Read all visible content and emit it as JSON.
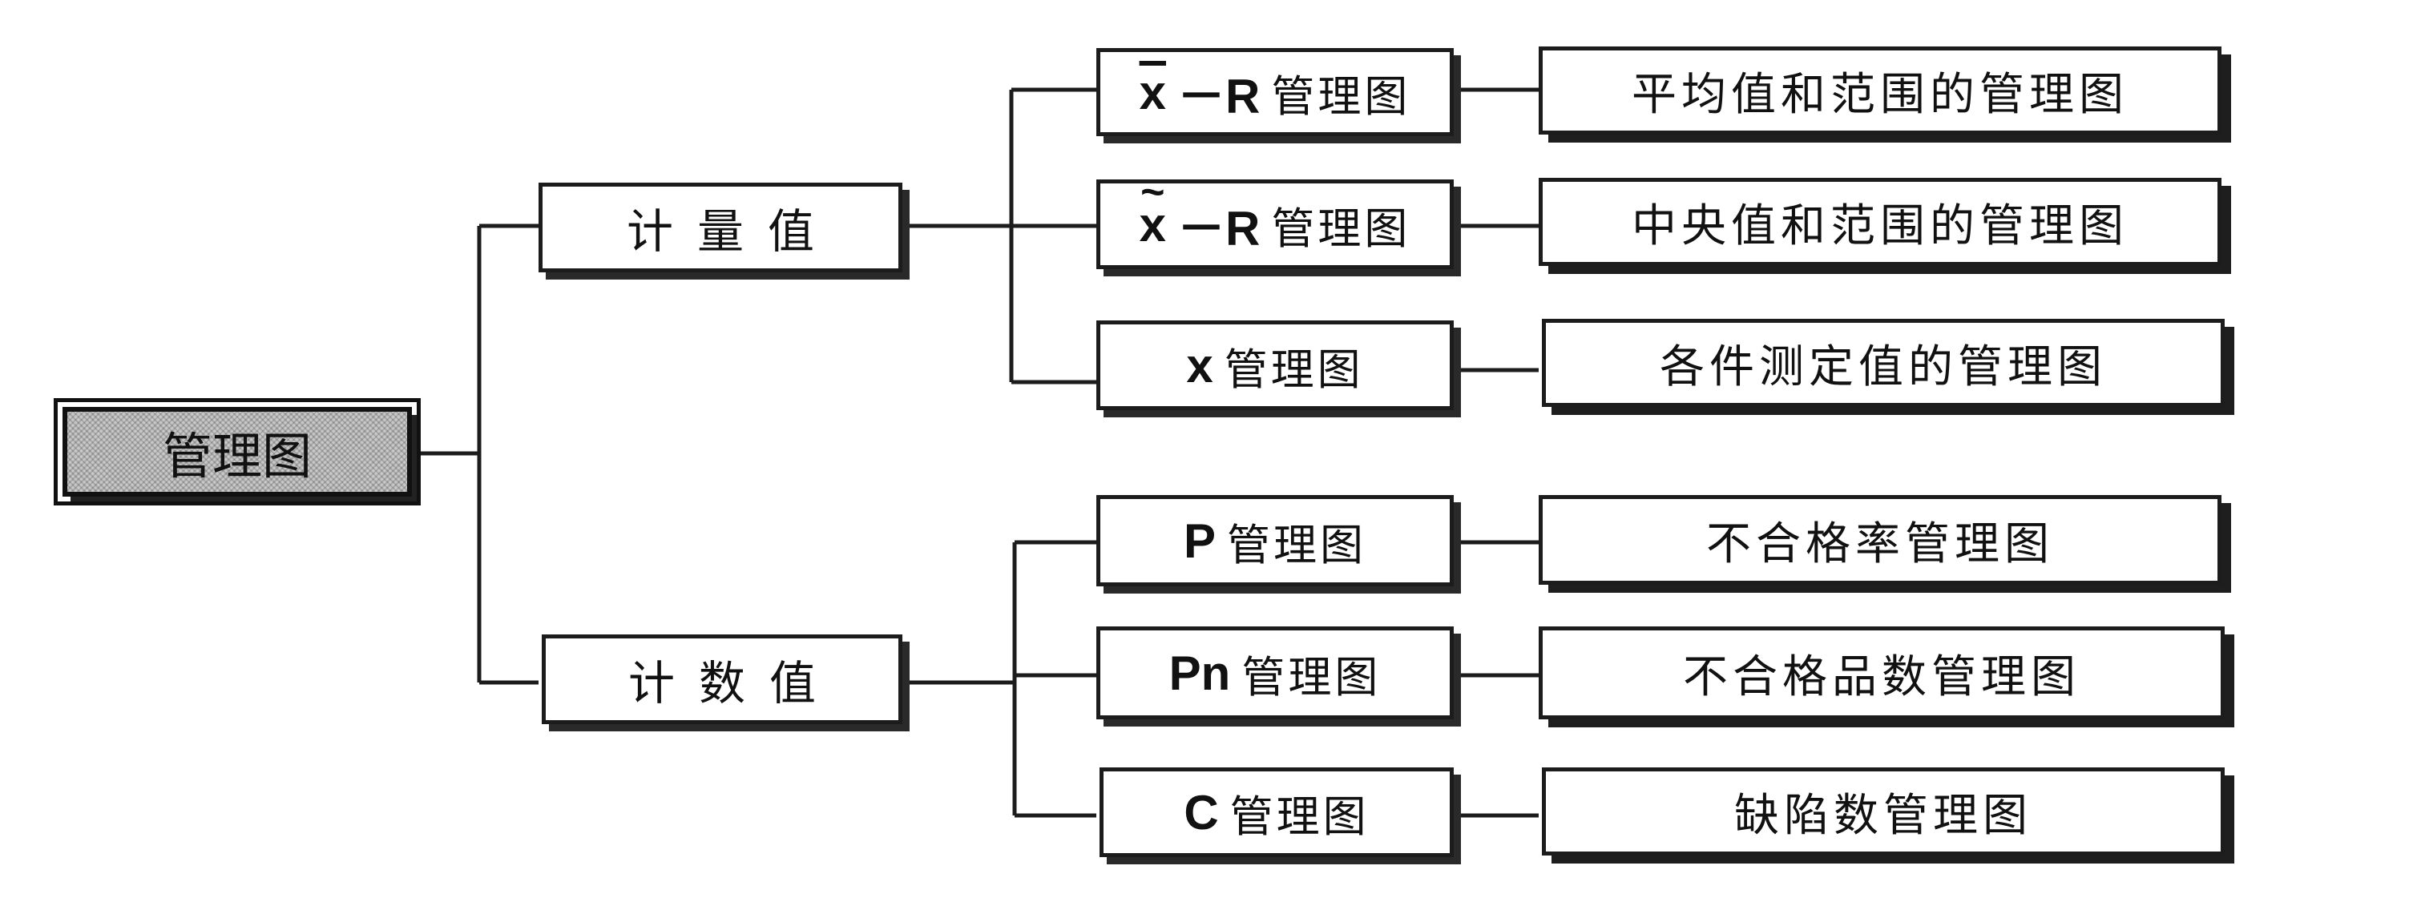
{
  "root": {
    "label": "管理图"
  },
  "groups": [
    {
      "label": "计量值",
      "items": [
        {
          "symbol": "x",
          "symbol_style": "bar",
          "symbol_extra": "－R",
          "suffix": "管理图",
          "description": "平均值和范围的管理图"
        },
        {
          "symbol": "x",
          "symbol_style": "tilde",
          "symbol_extra": "－R",
          "suffix": "管理图",
          "description": "中央值和范围的管理图"
        },
        {
          "symbol": "x",
          "symbol_style": "plain",
          "symbol_extra": "",
          "suffix": "管理图",
          "description": "各件测定值的管理图"
        }
      ]
    },
    {
      "label": "计数值",
      "items": [
        {
          "symbol": "P",
          "symbol_style": "plain",
          "symbol_extra": "",
          "suffix": "管理图",
          "description": "不合格率管理图"
        },
        {
          "symbol": "Pn",
          "symbol_style": "plain",
          "symbol_extra": "",
          "suffix": "管理图",
          "description": "不合格品数管理图"
        },
        {
          "symbol": "C",
          "symbol_style": "plain",
          "symbol_extra": "",
          "suffix": "管理图",
          "description": "缺陷数管理图"
        }
      ]
    }
  ],
  "colors": {
    "line": "#1c1c1c",
    "root_fill": "#c9c9c9",
    "box_fill": "#ffffff"
  }
}
